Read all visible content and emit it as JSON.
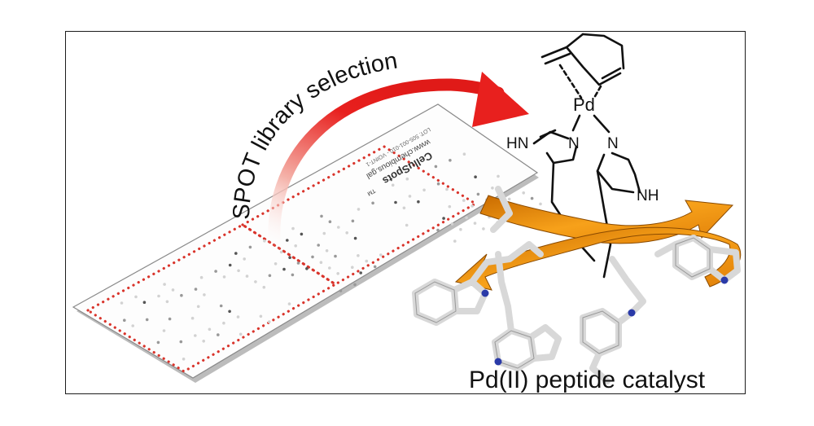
{
  "figure": {
    "arrow_label": "SPOT library selection",
    "caption": "Pd(II) peptide catalyst"
  },
  "slide": {
    "brand": "CelluSpots",
    "trademark": "TM",
    "url": "www.chembious.gal",
    "lot": "LOT: 505-001-010 - VOINT-1"
  },
  "molecule": {
    "metal": "Pd",
    "nh_left": "HN",
    "n_left": "N",
    "n_right": "N",
    "nh_right": "NH"
  },
  "colors": {
    "arrow_red": "#e8201e",
    "ribbon_orange": "#f39a14",
    "spot_red": "#d9342b",
    "nitrogen_blue": "#2a3aa8"
  }
}
